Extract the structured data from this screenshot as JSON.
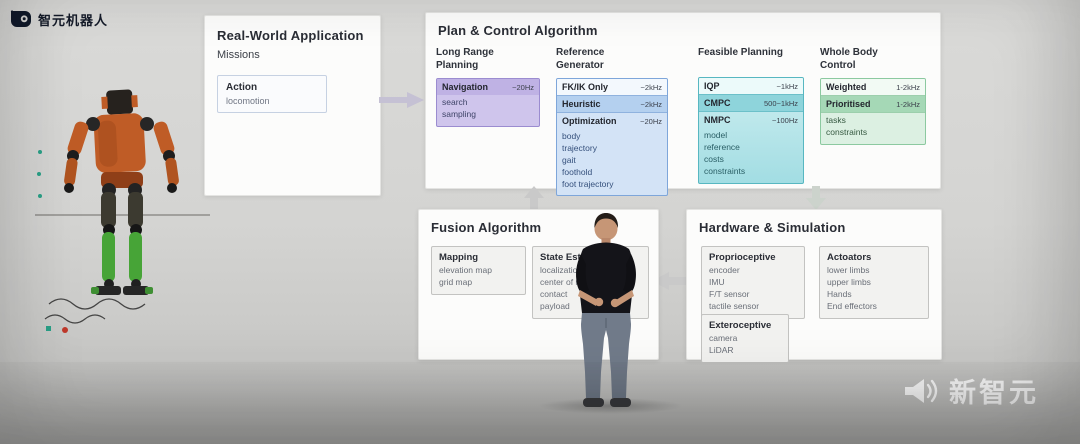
{
  "logo": {
    "text": "智元机器人"
  },
  "watermark": {
    "text": "新智元"
  },
  "palette": {
    "purple": "#bfb2e4",
    "blue": "#b4d0ef",
    "teal": "#8ed4db",
    "green": "#a5d8b6",
    "panel": "#fcfcfb",
    "stage_gray": "#d2d2d0",
    "robot_orange": "#bf5c26",
    "robot_green": "#47a437"
  },
  "icons": {
    "logo": "robot-head",
    "watermark": "megaphone"
  },
  "real_world": {
    "title": "Real-World Application",
    "subtitle": "Missions",
    "action": {
      "label": "Action",
      "items": [
        "locomotion"
      ]
    }
  },
  "plan_control": {
    "title": "Plan & Control Algorithm",
    "columns": [
      {
        "heading": "Long Range Planning",
        "blocks": [
          {
            "name": "Navigation",
            "rate": "~20Hz",
            "details": [
              "search",
              "sampling"
            ]
          }
        ]
      },
      {
        "heading": "Reference Generator",
        "blocks": [
          {
            "name": "FK/IK Only",
            "rate": "~2kHz",
            "details": []
          },
          {
            "name": "Heuristic",
            "rate": "~2kHz",
            "details": []
          },
          {
            "name": "Optimization",
            "rate": "~20Hz",
            "details": [
              "body",
              "trajectory",
              "gait",
              "foothold",
              "foot trajectory"
            ]
          }
        ]
      },
      {
        "heading": "Feasible Planning",
        "blocks": [
          {
            "name": "IQP",
            "rate": "~1kHz",
            "details": []
          },
          {
            "name": "CMPC",
            "rate": "500~1kHz",
            "details": []
          },
          {
            "name": "NMPC",
            "rate": "~100Hz",
            "details": [
              "model",
              "reference",
              "costs",
              "constraints"
            ]
          }
        ]
      },
      {
        "heading": "Whole Body Control",
        "blocks": [
          {
            "name": "Weighted",
            "rate": "1-2kHz",
            "details": []
          },
          {
            "name": "Prioritised",
            "rate": "1-2kHz",
            "details": [
              "tasks",
              "constraints"
            ]
          }
        ]
      }
    ]
  },
  "fusion": {
    "title": "Fusion Algorithm",
    "boxes": [
      {
        "name": "Mapping",
        "details": [
          "elevation map",
          "grid map"
        ]
      },
      {
        "name": "State Estimation",
        "details": [
          "localization",
          "center of mass",
          "contact",
          "payload"
        ]
      }
    ]
  },
  "hardware": {
    "title": "Hardware & Simulation",
    "boxes": [
      {
        "name": "Proprioceptive",
        "details": [
          "encoder",
          "IMU",
          "F/T sensor",
          "tactile sensor"
        ]
      },
      {
        "name": "Actoators",
        "details": [
          "lower limbs",
          "upper limbs",
          "Hands",
          "End effectors"
        ]
      },
      {
        "name": "Exteroceptive",
        "details": [
          "camera",
          "LiDAR"
        ]
      }
    ]
  }
}
